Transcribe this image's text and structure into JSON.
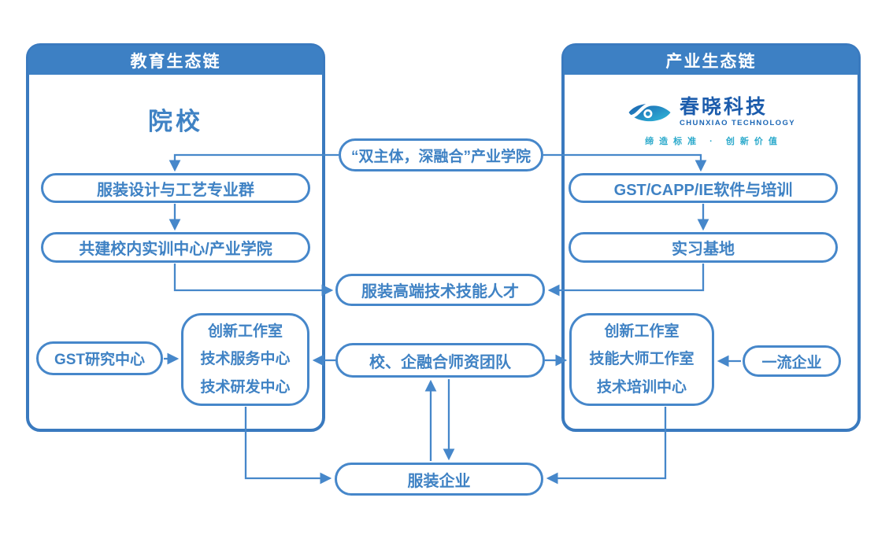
{
  "colors": {
    "panel_border": "#3a7abf",
    "header_bg": "#3d80c4",
    "header_text": "#ffffff",
    "node_border": "#4687ca",
    "node_text": "#3f82c4",
    "arrow": "#4687ca",
    "logo_cn": "#1c5cac",
    "logo_en": "#1b66b5",
    "logo_tagline": "#2aa9cb",
    "logo_gradient_start": "#1a5fae",
    "logo_gradient_end": "#2fb9d9",
    "background": "#ffffff"
  },
  "panels": {
    "education": {
      "header": "教育生态链",
      "title": "院校"
    },
    "industry": {
      "header": "产业生态链",
      "logo": {
        "name": "春晓科技",
        "subtitle": "CHUNXIAO TECHNOLOGY",
        "tagline": "缔造标准 · 创新价值"
      }
    }
  },
  "nodes": {
    "industry_college": "“双主体，深融合”产业学院",
    "fashion_design_group": "服装设计与工艺专业群",
    "training_center": "共建校内实训中心/产业学院",
    "gst_capp_training": "GST/CAPP/IE软件与培训",
    "internship_base": "实习基地",
    "talent": "服装高端技术技能人才",
    "teacher_team": "校、企融合师资团队",
    "gst_research_center": "GST研究中心",
    "school_centers": [
      "创新工作室",
      "技术服务中心",
      "技术研发中心"
    ],
    "enterprise_centers": [
      "创新工作室",
      "技能大师工作室",
      "技术培训中心"
    ],
    "first_class_enterprise": "一流企业",
    "garment_enterprise": "服装企业"
  }
}
